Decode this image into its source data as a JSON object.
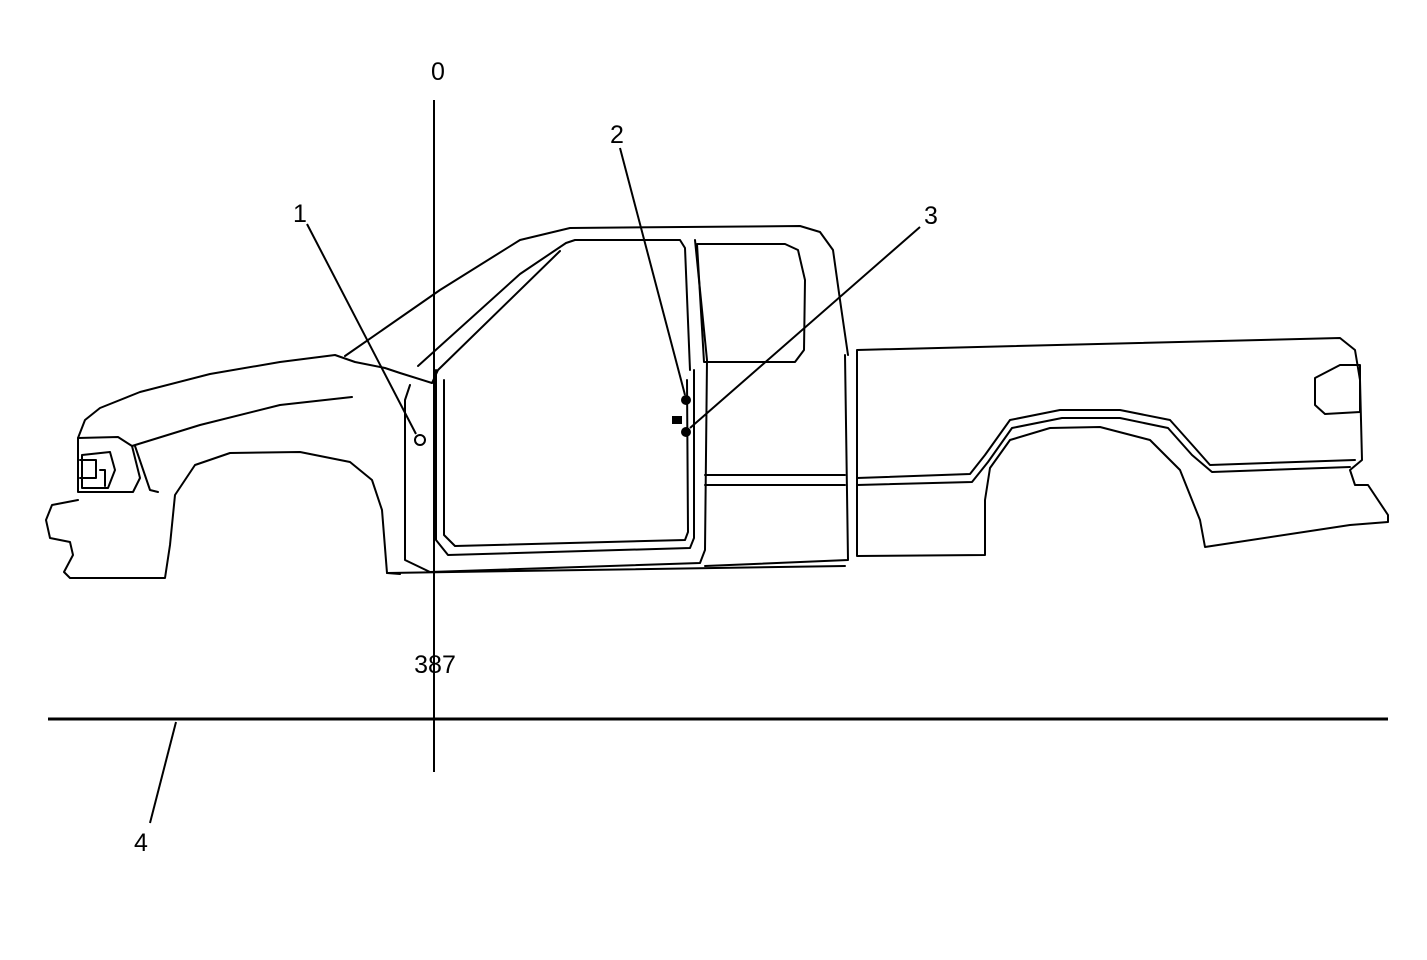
{
  "reference_line": {
    "top_label": "0",
    "bottom_label": "387"
  },
  "callouts": [
    {
      "label": "1"
    },
    {
      "label": "2"
    },
    {
      "label": "3"
    },
    {
      "label": "4"
    }
  ],
  "colors": {
    "stroke": "#000000",
    "background": "#ffffff"
  }
}
